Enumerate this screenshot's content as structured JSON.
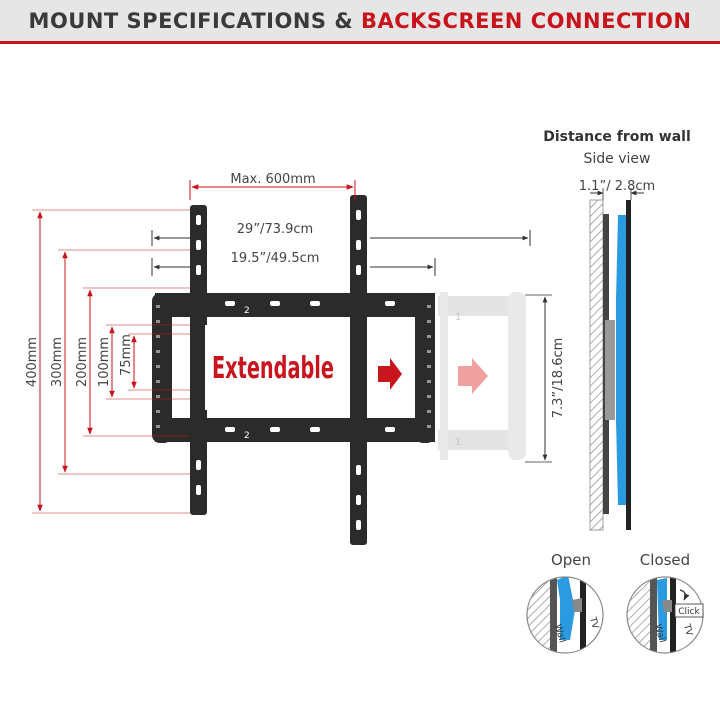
{
  "header": {
    "title_part1": "MOUNT SPECIFICATIONS & ",
    "title_part2": "BACKSCREEN CONNECTION"
  },
  "front": {
    "max_width": "Max. 600mm",
    "width_29": "29”/73.9cm",
    "width_19": "19.5”/49.5cm",
    "height_400": "400mm",
    "height_300": "300mm",
    "height_200": "200mm",
    "height_100": "100mm",
    "height_75": "75mm",
    "height_extended": "7.3”/18.6cm",
    "extendable_label": "Extendable",
    "slot_mark_top": "2",
    "slot_mark_bottom": "2",
    "ghost_mark_1": "1",
    "ghost_mark_2": "1"
  },
  "side": {
    "title": "Distance from wall",
    "subtitle": "Side view",
    "distance": "1.1”/ 2.8cm"
  },
  "lock": {
    "open_label": "Open",
    "closed_label": "Closed",
    "wall_label": "Wall",
    "tv_label": "TV",
    "click_label": "Click"
  },
  "colors": {
    "accent_red": "#c8141c",
    "dim_red": "#d04040",
    "bracket": "#2b2b2b",
    "tv_blue": "#2a9be0",
    "ghost": "#cfcfcf"
  }
}
